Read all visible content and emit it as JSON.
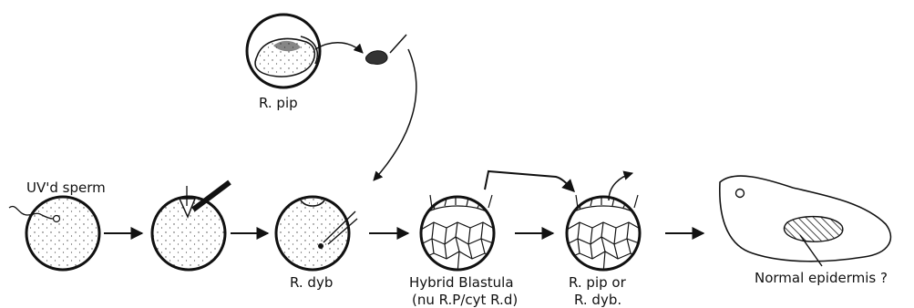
{
  "labels": {
    "donor": "R. pip",
    "sperm": "UV'd sperm",
    "host": "R. dyb",
    "hybrid_line1": "Hybrid Blastula",
    "hybrid_line2": "(nu R.P/cyt R.d)",
    "result_line1": "R. pip or",
    "result_line2": "R. dyb.",
    "outcome": "Normal epidermis ?"
  }
}
